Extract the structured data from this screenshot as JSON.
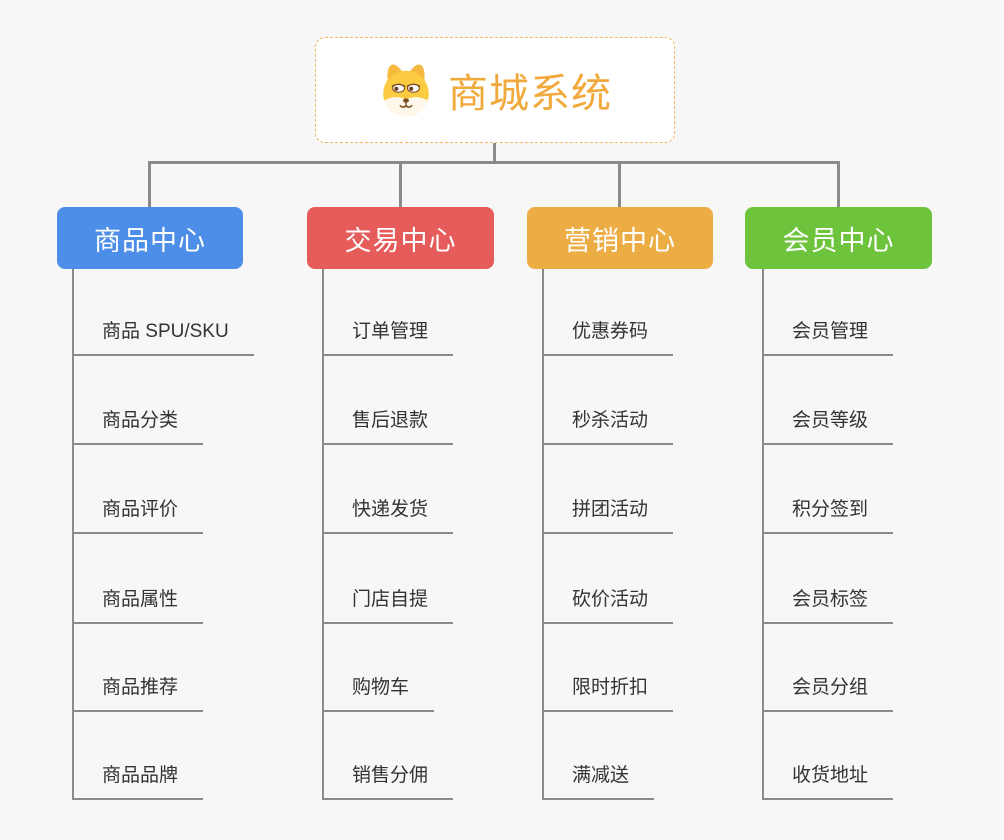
{
  "canvas": {
    "background_color": "#F7F7F7",
    "connector_color": "#8A8A8A",
    "item_text_color": "#333333"
  },
  "root": {
    "title": "商城系统",
    "icon": "shiba-dog-icon",
    "text_color": "#F2A93B",
    "border_color": "#F1B563",
    "background_color": "#FFFFFF"
  },
  "branches": [
    {
      "label": "商品中心",
      "color": "#4D8EE8",
      "items": [
        "商品 SPU/SKU",
        "商品分类",
        "商品评价",
        "商品属性",
        "商品推荐",
        "商品品牌"
      ]
    },
    {
      "label": "交易中心",
      "color": "#E55C5B",
      "items": [
        "订单管理",
        "售后退款",
        "快递发货",
        "门店自提",
        "购物车",
        "销售分佣"
      ]
    },
    {
      "label": "营销中心",
      "color": "#ECAD44",
      "items": [
        "优惠券码",
        "秒杀活动",
        "拼团活动",
        "砍价活动",
        "限时折扣",
        "满减送"
      ]
    },
    {
      "label": "会员中心",
      "color": "#6DC43C",
      "items": [
        "会员管理",
        "会员等级",
        "积分签到",
        "会员标签",
        "会员分组",
        "收货地址"
      ]
    }
  ]
}
